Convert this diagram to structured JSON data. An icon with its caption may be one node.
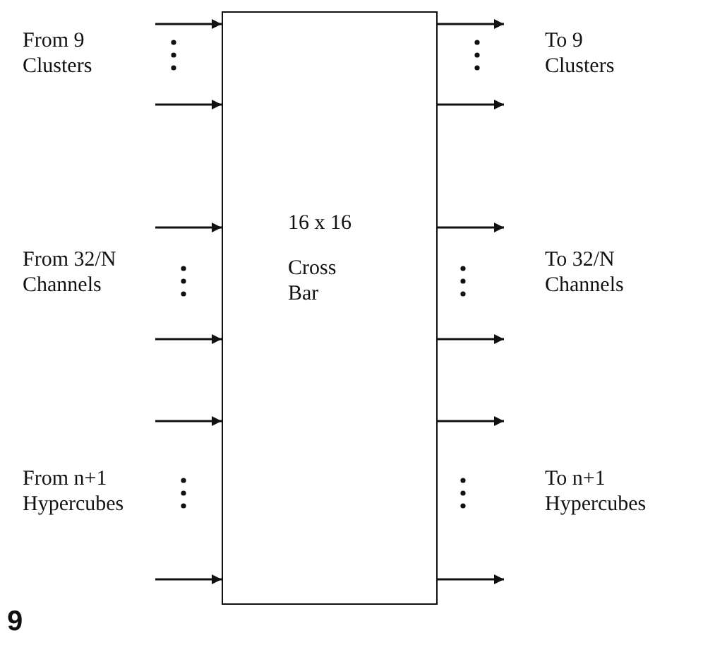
{
  "diagram": {
    "nodes": [
      {
        "text": [
          "From 9 Clusters"
        ]
      },
      {
        "text": [
          "16 x 16",
          "Cross Bar"
        ]
      },
      {
        "text": [
          "To 9 Clusters"
        ]
      },
      {
        "text": [
          "From 32/N Channels"
        ]
      },
      {
        "text": [
          "To 32/N Channels"
        ]
      },
      {
        "text": [
          "From n+1 Hypercubes"
        ]
      },
      {
        "text": [
          "To n+1 Hypercubes"
        ]
      }
    ],
    "edges": [
      {
        "from": 0,
        "to": 1,
        "arrow": "to"
      },
      {
        "from": 0,
        "to": 1,
        "arrow": "to"
      },
      {
        "from": 1,
        "to": 2,
        "arrow": "to"
      },
      {
        "from": 1,
        "to": 2,
        "arrow": "to"
      },
      {
        "from": 3,
        "to": 1,
        "arrow": "to"
      },
      {
        "from": 3,
        "to": 1,
        "arrow": "to"
      },
      {
        "from": 1,
        "to": 4,
        "arrow": "to"
      },
      {
        "from": 1,
        "to": 4,
        "arrow": "to"
      },
      {
        "from": 5,
        "to": 1,
        "arrow": "to"
      },
      {
        "from": 5,
        "to": 1,
        "arrow": "to"
      },
      {
        "from": 1,
        "to": 6,
        "arrow": "to"
      },
      {
        "from": 1,
        "to": 6,
        "arrow": "to"
      }
    ],
    "labels": [
      "9"
    ]
  }
}
